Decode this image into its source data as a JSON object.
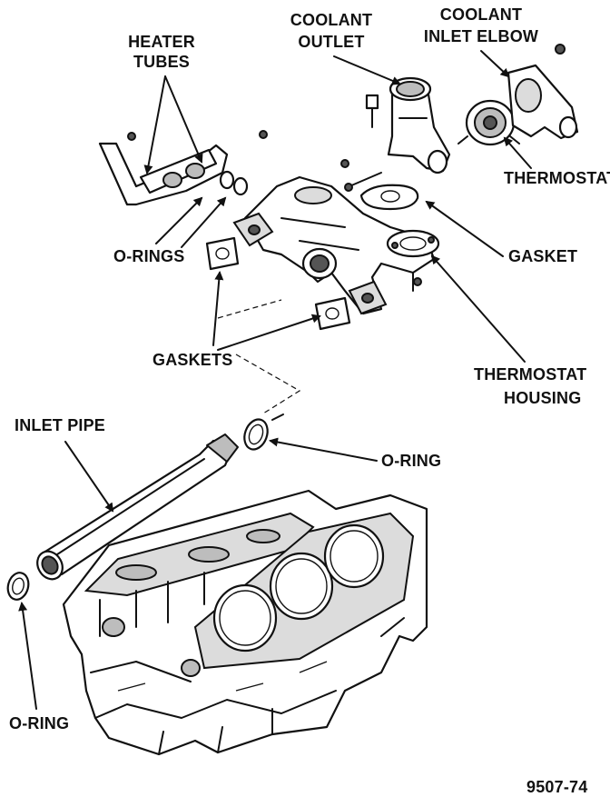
{
  "labels": {
    "heater_tubes": [
      "HEATER",
      "TUBES"
    ],
    "coolant_outlet": [
      "COOLANT",
      "OUTLET"
    ],
    "coolant_inlet_elbow": [
      "COOLANT",
      "INLET ELBOW"
    ],
    "thermostat": "THERMOSTAT",
    "o_rings": "O-RINGS",
    "gasket": "GASKET",
    "gaskets": "GASKETS",
    "thermostat_housing": [
      "THERMOSTAT",
      "HOUSING"
    ],
    "inlet_pipe": "INLET PIPE",
    "o_ring_mid": "O-RING",
    "o_ring_bottom": "O-RING",
    "figure_number": "9507-74"
  }
}
